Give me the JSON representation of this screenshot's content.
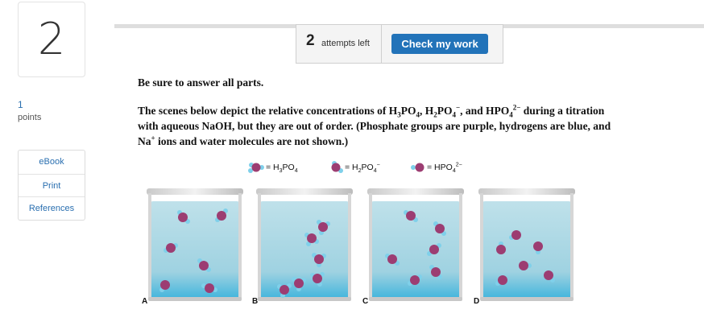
{
  "question": {
    "number": "2"
  },
  "points": {
    "value": "1",
    "label": "points"
  },
  "sidebar": {
    "links": [
      "eBook",
      "Print",
      "References"
    ]
  },
  "attempts": {
    "count": "2",
    "label": "attempts left"
  },
  "check_button": {
    "label": "Check my work"
  },
  "instructions": "Be sure to answer all parts.",
  "question_text": {
    "p1": "The scenes below depict the relative concentrations of H",
    "sub_3a": "3",
    "p2": "PO",
    "sub_4a": "4",
    "p3": ", H",
    "sub_2": "2",
    "p4": "PO",
    "sub_4b": "4",
    "sup_minus": "−",
    "p5": ", and HPO",
    "sub_4c": "4",
    "sup_2minus": "2−",
    "p6": " during a titration",
    "line2": "with aqueous NaOH, but they are out of order. (Phosphate groups are purple, hydrogens are blue, and",
    "na": "Na",
    "sup_plus": "+",
    "line3_rest": " ions and water molecules are not shown.)"
  },
  "legend": [
    {
      "main": "= H",
      "sub1": "3",
      "mid": "PO",
      "sub2": "4",
      "sup": ""
    },
    {
      "main": "= H",
      "sub1": "2",
      "mid": "PO",
      "sub2": "4",
      "sup": "−"
    },
    {
      "main": "= HPO",
      "sub1": "",
      "mid": "",
      "sub2": "4",
      "sup": "2−"
    }
  ],
  "beakers": [
    "A",
    "B",
    "C",
    "D"
  ],
  "colors": {
    "phosphate": "#9c3d72",
    "hydrogen": "#7fd0ea",
    "liquid": "#b3dbe5",
    "link": "#2a6fb0",
    "button": "#2273b9"
  }
}
